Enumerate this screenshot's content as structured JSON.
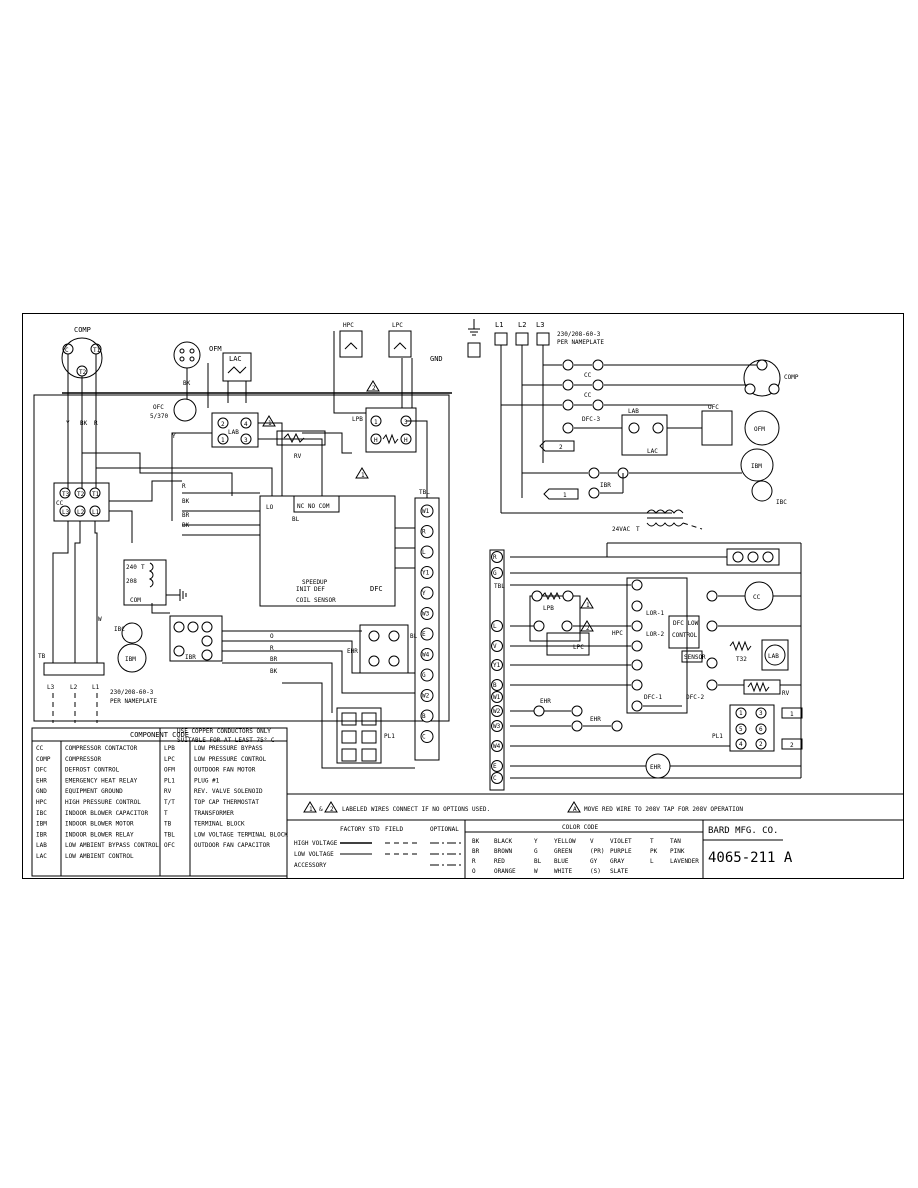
{
  "title_block": {
    "company": "BARD MFG. CO.",
    "drawing_number": "4065-211 A"
  },
  "notes": {
    "labeled_wires": "LABELED WIRES CONNECT IF NO OPTIONS USED.",
    "red_wire": "MOVE RED WIRE TO 208V TAP FOR 208V OPERATION",
    "copper": "USE COPPER CONDUCTORS ONLY",
    "suitable": "SUITABLE FOR AT LEAST 75° C",
    "nameplate_left_1": "230/208-60-3",
    "nameplate_left_2": "PER NAMEPLATE",
    "nameplate_right_1": "230/208-60-3",
    "nameplate_right_2": "PER NAMEPLATE"
  },
  "component_code": {
    "title": "COMPONENT CODE",
    "left": [
      [
        "CC",
        "COMPRESSOR CONTACTOR"
      ],
      [
        "COMP",
        "COMPRESSOR"
      ],
      [
        "DFC",
        "DEFROST CONTROL"
      ],
      [
        "EHR",
        "EMERGENCY HEAT RELAY"
      ],
      [
        "GND",
        "EQUIPMENT GROUND"
      ],
      [
        "HPC",
        "HIGH PRESSURE CONTROL"
      ],
      [
        "IBC",
        "INDOOR BLOWER CAPACITOR"
      ],
      [
        "IBM",
        "INDOOR BLOWER MOTOR"
      ],
      [
        "IBR",
        "INDOOR BLOWER RELAY"
      ],
      [
        "LAB",
        "LOW AMBIENT BYPASS CONTROL"
      ],
      [
        "LAC",
        "LOW AMBIENT CONTROL"
      ]
    ],
    "right": [
      [
        "LPB",
        "LOW PRESSURE BYPASS"
      ],
      [
        "LPC",
        "LOW PRESSURE CONTROL"
      ],
      [
        "OFM",
        "OUTDOOR FAN MOTOR"
      ],
      [
        "PL1",
        "PLUG #1"
      ],
      [
        "RV",
        "REV. VALVE SOLENOID"
      ],
      [
        "T/T",
        "TOP CAP THERMOSTAT"
      ],
      [
        "T",
        "TRANSFORMER"
      ],
      [
        "TB",
        "TERMINAL BLOCK"
      ],
      [
        "TBL",
        "LOW VOLTAGE TERMINAL BLOCK"
      ],
      [
        "OFC",
        "OUTDOOR FAN CAPACITOR"
      ]
    ]
  },
  "wire_legend": {
    "col_factory": "FACTORY STD",
    "col_field": "FIELD",
    "col_optional": "OPTIONAL",
    "rows": [
      "HIGH VOLTAGE",
      "LOW VOLTAGE",
      "ACCESSORY"
    ]
  },
  "color_code": {
    "title": "COLOR CODE",
    "entries": [
      [
        "BK",
        "BLACK"
      ],
      [
        "BR",
        "BROWN"
      ],
      [
        "R",
        "RED"
      ],
      [
        "O",
        "ORANGE"
      ],
      [
        "Y",
        "YELLOW"
      ],
      [
        "G",
        "GREEN"
      ],
      [
        "BL",
        "BLUE"
      ],
      [
        "W",
        "WHITE"
      ],
      [
        "V",
        "VIOLET"
      ],
      [
        "(PR)",
        "PURPLE"
      ],
      [
        "GY",
        "GRAY"
      ],
      [
        "(S)",
        "SLATE"
      ],
      [
        "T",
        "TAN"
      ],
      [
        "PK",
        "PINK"
      ],
      [
        "L",
        "LAVENDER"
      ]
    ]
  },
  "labels": {
    "comp": "COMP",
    "ofm": "OFM",
    "ofc": "OFC",
    "ofc_rating": "5/370",
    "lac": "LAC",
    "lab": "LAB",
    "rv": "RV",
    "hpc": "HPC",
    "lpc": "LPC",
    "lpb": "LPB",
    "gnd": "GND",
    "tbl": "TBL",
    "dfc": "DFC",
    "ehr": "EHR",
    "pl1": "PL1",
    "ibr": "IBR",
    "ibm": "IBM",
    "ibc": "IBC",
    "tb": "TB",
    "cc": "CC",
    "t": "T",
    "v24": "24VAC",
    "l1": "L1",
    "l2": "L2",
    "l3": "L3",
    "240": "240",
    "208": "208",
    "com": "COM",
    "speedup": "SPEEDUP",
    "init_def": "INIT DEF",
    "coil_sensor": "COIL SENSOR",
    "dfc_low": "DFC LOW",
    "control": "CONTROL",
    "sensor": "SENSOR",
    "t32": "T32",
    "lor1": "LOR-1",
    "lor2": "LOR-2",
    "dfc1": "DFC-1",
    "dfc2": "DFC-2",
    "dfc3": "DFC-3"
  },
  "terminals": {
    "tbl_left": [
      "W1",
      "R",
      "L",
      "Y1",
      "Y",
      "W3",
      "E",
      "W4",
      "G",
      "W2",
      "B",
      "C"
    ],
    "tbl_right": [
      "R",
      "G",
      "L",
      "V",
      "Y1",
      "B",
      "W1",
      "W2",
      "W3",
      "W4",
      "E",
      "C"
    ],
    "plug": [
      "1",
      "2",
      "3",
      "4",
      "5",
      "6"
    ]
  },
  "wire_colors": [
    "Y",
    "BK",
    "R",
    "BK",
    "Y",
    "R",
    "BK",
    "BR",
    "BK",
    "BL",
    "O",
    "R",
    "BR",
    "BK",
    "BL",
    "W"
  ]
}
